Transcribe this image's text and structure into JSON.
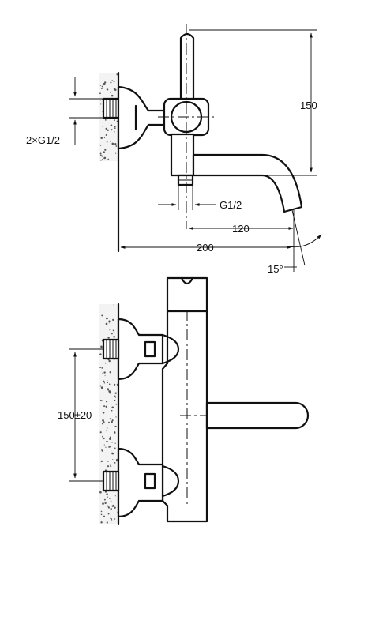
{
  "dimensions": {
    "inlet_thread": "2×G1/2",
    "outlet_thread": "G1/2",
    "lever_height": "150",
    "spout_reach": "120",
    "total_depth": "200",
    "spout_angle": "15°",
    "inlet_spacing": "150±20"
  }
}
